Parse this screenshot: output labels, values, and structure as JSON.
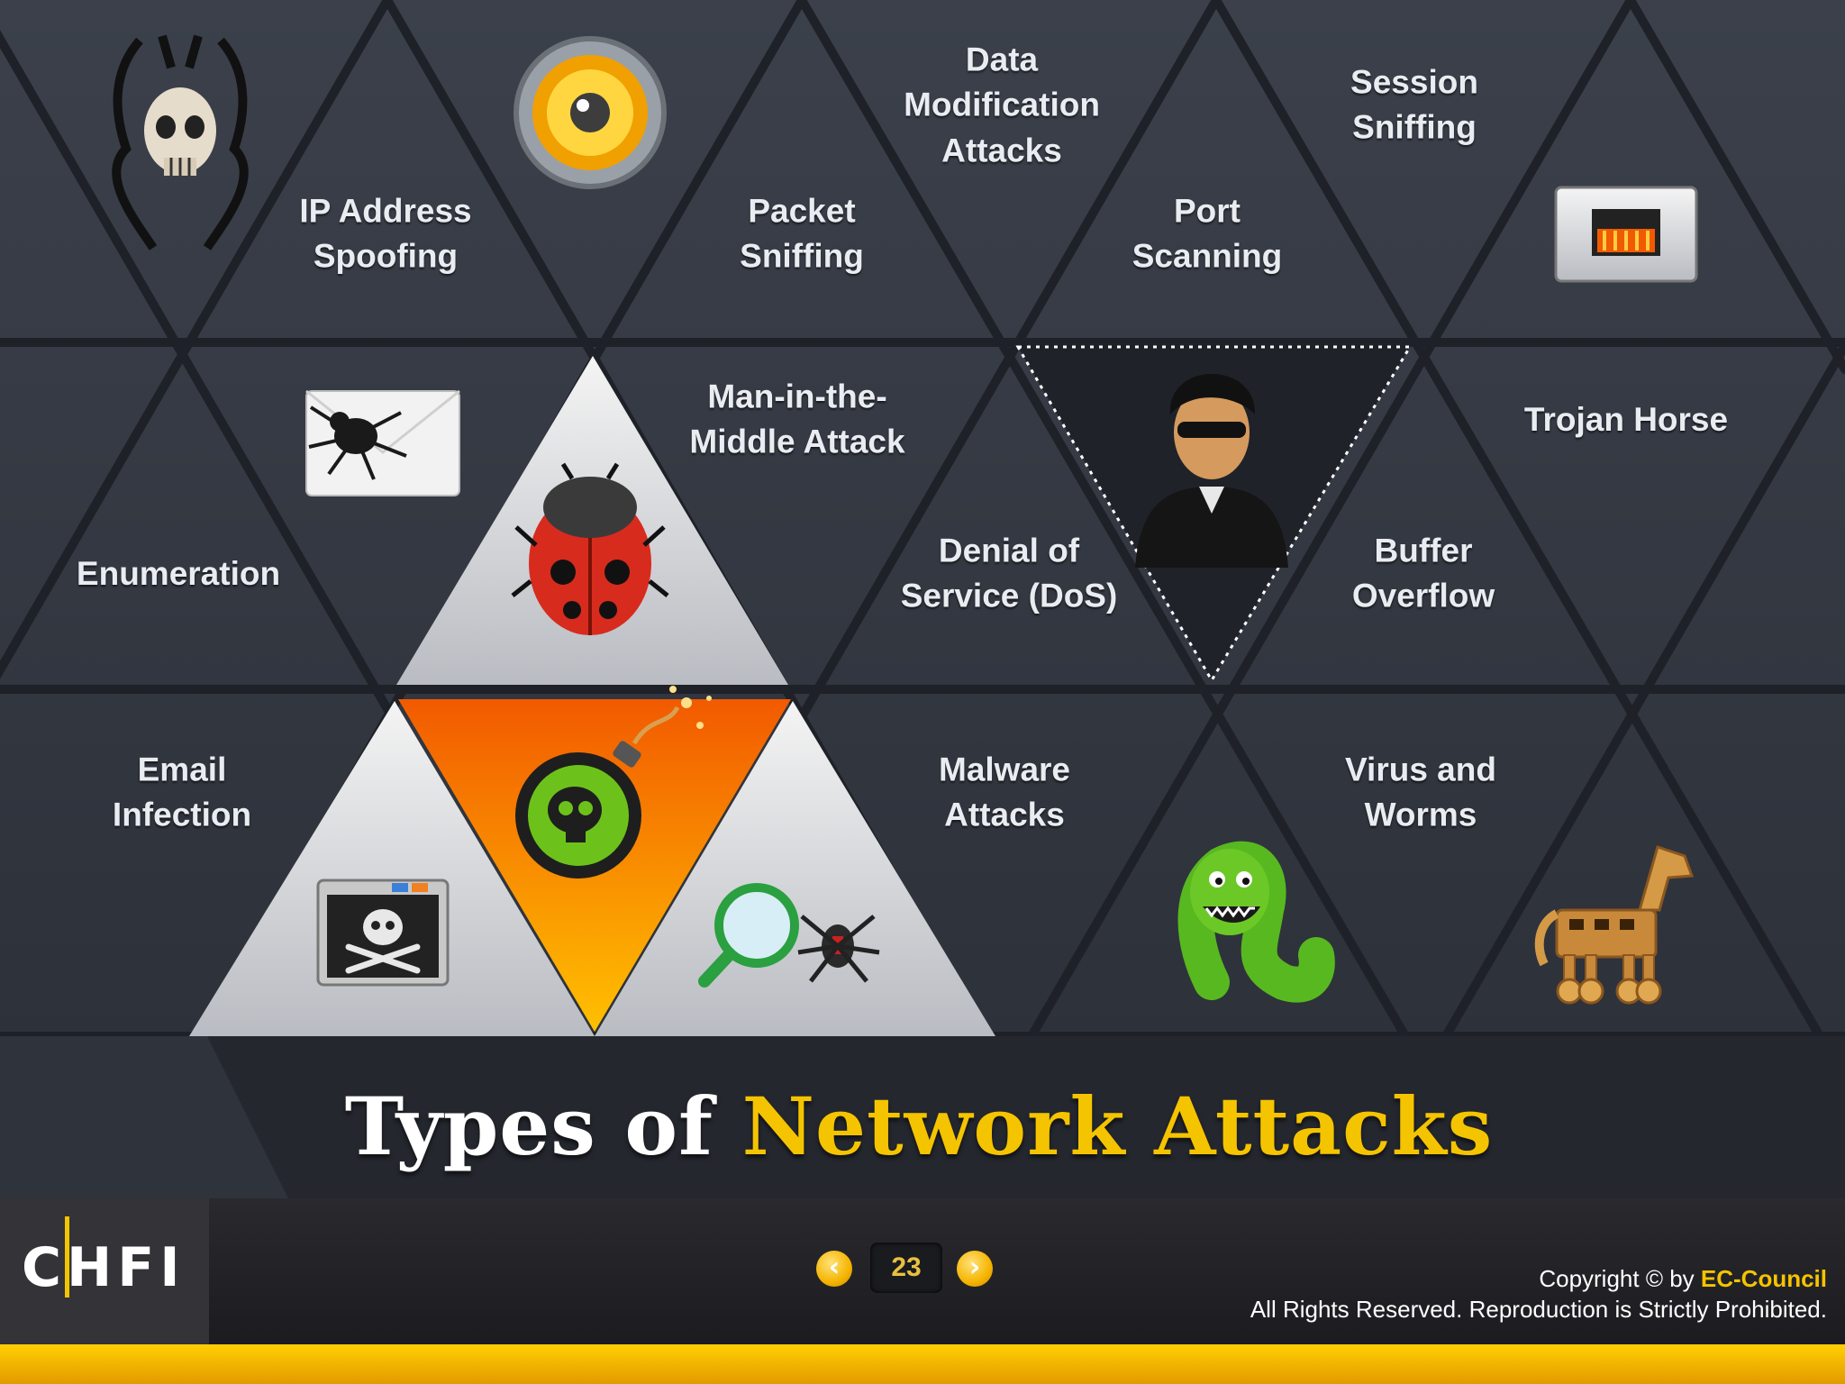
{
  "title": {
    "part1": "Types of ",
    "part2": "Network Attacks"
  },
  "attacks": [
    "IP Address\nSpoofing",
    "Data\nModification\nAttacks",
    "Packet\nSniffing",
    "Session\nSniffing",
    "Port\nScanning",
    "Man-in-the-\nMiddle Attack",
    "Trojan Horse",
    "Enumeration",
    "Denial of\nService (DoS)",
    "Buffer\nOverflow",
    "Email\nInfection",
    "Malware\nAttacks",
    "Virus and\nWorms"
  ],
  "icons": [
    "skull-icon",
    "eye-porthole-icon",
    "firewall-icon",
    "spider-mail-icon",
    "ladybug-icon",
    "hacker-icon",
    "bomb-icon",
    "skull-window-icon",
    "magnifier-spider-icon",
    "worm-icon",
    "trojan-horse-icon"
  ],
  "footer": {
    "page": "23",
    "prev": "‹",
    "next": "›",
    "copyright_prefix": "Copyright © by ",
    "brand": "EC-Council",
    "rights": "All Rights Reserved. Reproduction is Strictly Prohibited.",
    "logo": "CHFI"
  },
  "colors": {
    "accent": "#f5c400",
    "orange": "#f57c00",
    "background": "#2b2f38",
    "footer_bar": "#f5b400"
  }
}
